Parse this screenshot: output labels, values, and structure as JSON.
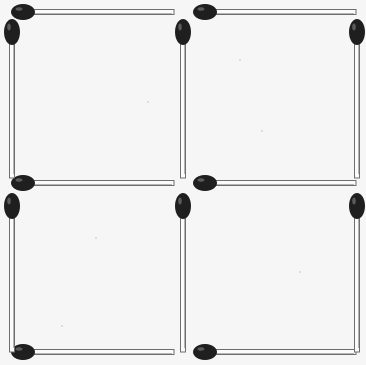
{
  "puzzle": {
    "type": "matchstick-grid",
    "grid": {
      "rows": 2,
      "cols": 2
    },
    "match_count": 12,
    "colors": {
      "background": "#f6f6f6",
      "stick_fill": "#fbfbfb",
      "stick_outline": "#6e6e6e",
      "stick_edge_shade": "#b5b5b5",
      "head_fill": "#1f1f1f",
      "head_highlight": "#6a6a6a"
    },
    "matches": [
      {
        "orientation": "horizontal",
        "row": 0,
        "col": 0,
        "head": "left"
      },
      {
        "orientation": "horizontal",
        "row": 0,
        "col": 1,
        "head": "left"
      },
      {
        "orientation": "horizontal",
        "row": 1,
        "col": 0,
        "head": "left"
      },
      {
        "orientation": "horizontal",
        "row": 1,
        "col": 1,
        "head": "left"
      },
      {
        "orientation": "horizontal",
        "row": 2,
        "col": 0,
        "head": "left"
      },
      {
        "orientation": "horizontal",
        "row": 2,
        "col": 1,
        "head": "left"
      },
      {
        "orientation": "vertical",
        "row": 0,
        "col": 0,
        "head": "top"
      },
      {
        "orientation": "vertical",
        "row": 0,
        "col": 1,
        "head": "top"
      },
      {
        "orientation": "vertical",
        "row": 0,
        "col": 2,
        "head": "top"
      },
      {
        "orientation": "vertical",
        "row": 1,
        "col": 0,
        "head": "top"
      },
      {
        "orientation": "vertical",
        "row": 1,
        "col": 1,
        "head": "top"
      },
      {
        "orientation": "vertical",
        "row": 1,
        "col": 2,
        "head": "top"
      }
    ]
  }
}
